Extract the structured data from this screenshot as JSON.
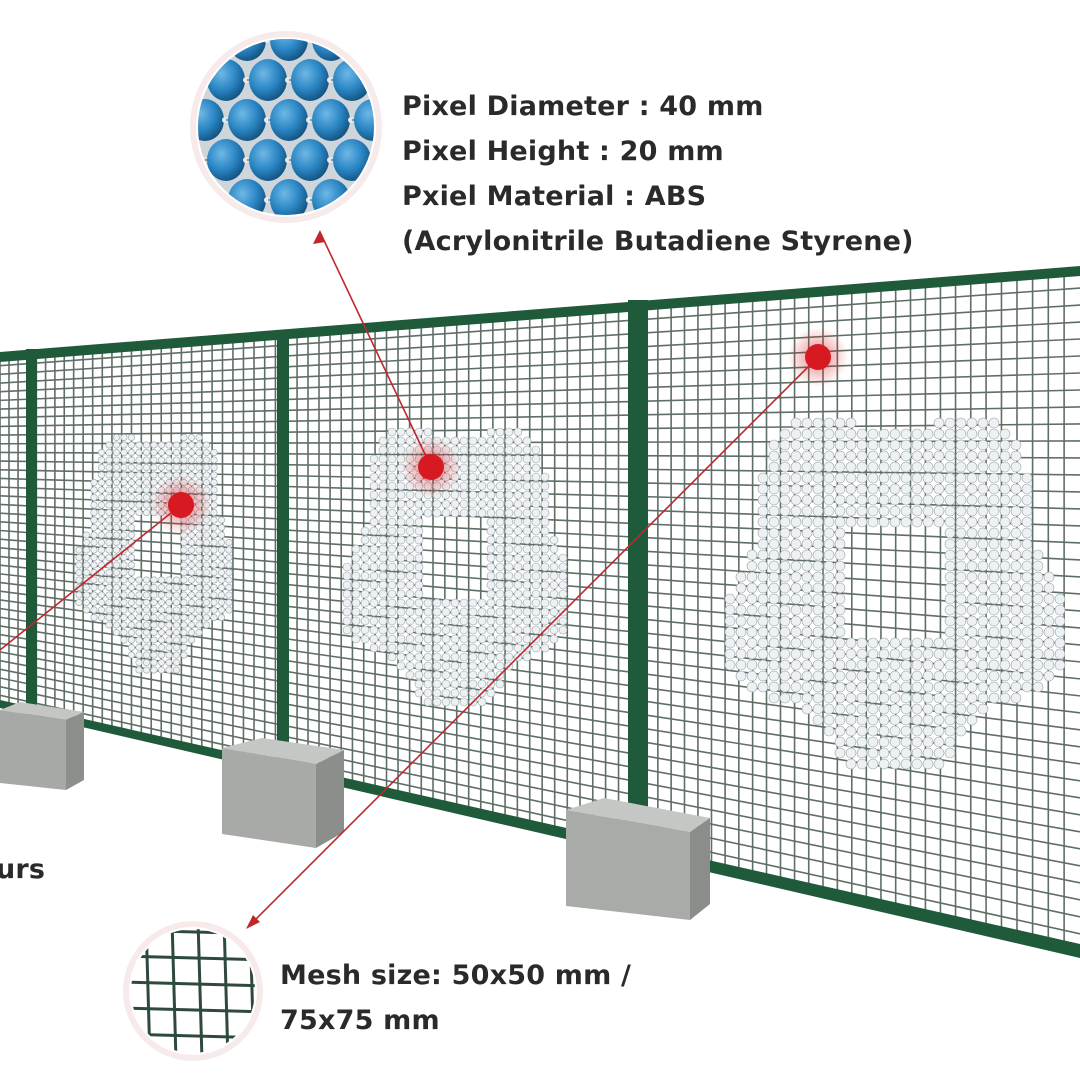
{
  "pixel_specs": {
    "diameter": "Pixel Diameter : 40 mm",
    "height": "Pixel Height : 20 mm",
    "material": "Pxiel Material : ABS",
    "material_full": "(Acrylonitrile Butadiene Styrene)"
  },
  "mesh_specs": {
    "line1": "Mesh size: 50x50 mm /",
    "line2": "75x75 mm"
  },
  "colours_label": "urs",
  "colors": {
    "frame": "#1f5a3a",
    "mesh": "#5f6e66",
    "marker": "#d71a22",
    "pixel_blue": "#2a86c4",
    "pixel_white": "#f2f4f5",
    "concrete": "#a7a9a6",
    "text": "#2a2a2a"
  }
}
